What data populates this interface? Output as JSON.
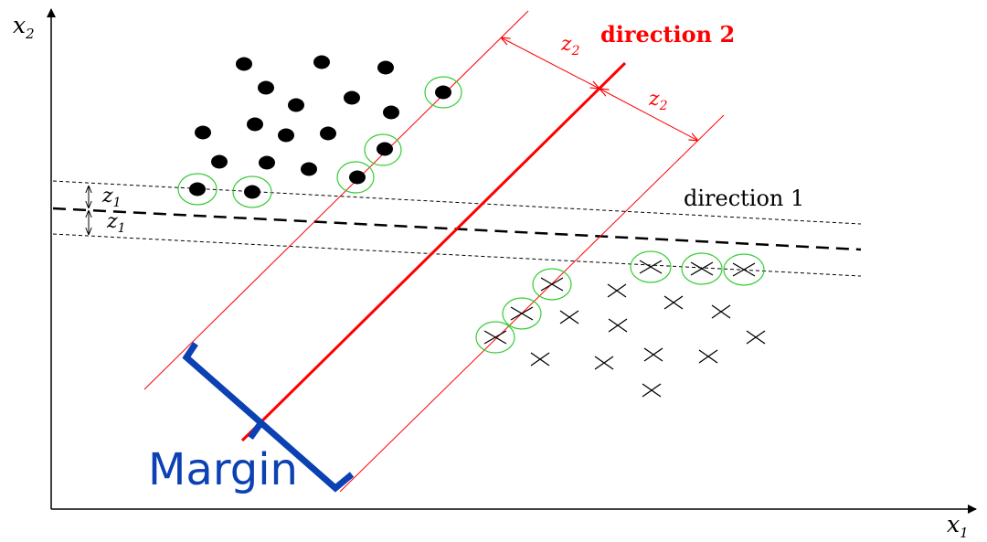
{
  "axes": {
    "x_label": "x",
    "x_sub": "1",
    "y_label": "x",
    "y_sub": "2"
  },
  "direction1": {
    "label": "direction 1",
    "color": "#000000",
    "distance_label": "z",
    "distance_sub": "1"
  },
  "direction2": {
    "label": "direction 2",
    "color": "#ff0000",
    "distance_label": "z",
    "distance_sub": "2"
  },
  "margin": {
    "label": "Margin",
    "color": "#0b41b3"
  },
  "colors": {
    "support_vector_ring": "#33cc33",
    "points": "#000000"
  },
  "icons": {
    "class_a": "filled-circle-icon",
    "class_b": "cross-icon"
  }
}
